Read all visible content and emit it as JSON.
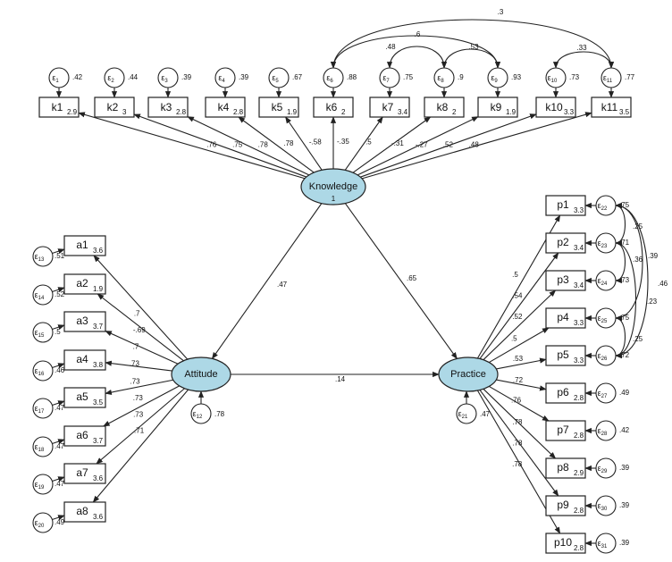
{
  "latents": [
    {
      "id": "K",
      "name": "Knowledge",
      "variance": "1"
    },
    {
      "id": "A",
      "name": "Attitude",
      "variance": ""
    },
    {
      "id": "P",
      "name": "Practice",
      "variance": ""
    }
  ],
  "latent_errors": [
    {
      "latent": "A",
      "label": "ε12",
      "variance": ".78"
    },
    {
      "latent": "P",
      "label": "ε21",
      "variance": ".47"
    }
  ],
  "paths": [
    {
      "from": "K",
      "to": "A",
      "coef": ".47"
    },
    {
      "from": "K",
      "to": "P",
      "coef": ".65"
    },
    {
      "from": "A",
      "to": "P",
      "coef": ".14"
    }
  ],
  "knowledge_items": [
    {
      "name": "k1",
      "mean": "2.9",
      "loading": ".76",
      "error": "ε1",
      "error_var": ".42"
    },
    {
      "name": "k2",
      "mean": "3",
      "loading": ".75",
      "error": "ε2",
      "error_var": ".44"
    },
    {
      "name": "k3",
      "mean": "2.8",
      "loading": ".78",
      "error": "ε3",
      "error_var": ".39"
    },
    {
      "name": "k4",
      "mean": "2.8",
      "loading": ".78",
      "error": "ε4",
      "error_var": ".39"
    },
    {
      "name": "k5",
      "mean": "1.9",
      "loading": "-.58",
      "error": "ε5",
      "error_var": ".67"
    },
    {
      "name": "k6",
      "mean": "2",
      "loading": "-.35",
      "error": "ε6",
      "error_var": ".88"
    },
    {
      "name": "k7",
      "mean": "3.4",
      "loading": ".5",
      "error": "ε7",
      "error_var": ".75"
    },
    {
      "name": "k8",
      "mean": "2",
      "loading": "-.31",
      "error": "ε8",
      "error_var": ".9"
    },
    {
      "name": "k9",
      "mean": "1.9",
      "loading": "-.27",
      "error": "ε9",
      "error_var": ".93"
    },
    {
      "name": "k10",
      "mean": "3.3",
      "loading": ".52",
      "error": "ε10",
      "error_var": ".73"
    },
    {
      "name": "k11",
      "mean": "3.5",
      "loading": ".48",
      "error": "ε11",
      "error_var": ".77"
    }
  ],
  "knowledge_covariances": [
    {
      "a": "ε6",
      "b": "ε11",
      "value": ".3"
    },
    {
      "a": "ε6",
      "b": "ε9",
      "value": ".6"
    },
    {
      "a": "ε7",
      "b": "ε8",
      "value": ".48"
    },
    {
      "a": "ε8",
      "b": "ε9",
      "value": ".53"
    },
    {
      "a": "ε10",
      "b": "ε11",
      "value": ".33"
    }
  ],
  "attitude_items": [
    {
      "name": "a1",
      "mean": "3.6",
      "loading": ".7",
      "error": "ε13",
      "error_var": ".51"
    },
    {
      "name": "a2",
      "mean": "1.9",
      "loading": "-.69",
      "error": "ε14",
      "error_var": ".52"
    },
    {
      "name": "a3",
      "mean": "3.7",
      "loading": ".7",
      "error": "ε15",
      "error_var": ".5"
    },
    {
      "name": "a4",
      "mean": "3.8",
      "loading": ".73",
      "error": "ε16",
      "error_var": ".46"
    },
    {
      "name": "a5",
      "mean": "3.5",
      "loading": ".73",
      "error": "ε17",
      "error_var": ".47"
    },
    {
      "name": "a6",
      "mean": "3.7",
      "loading": ".73",
      "error": "ε18",
      "error_var": ".47"
    },
    {
      "name": "a7",
      "mean": "3.6",
      "loading": ".73",
      "error": "ε19",
      "error_var": ".47"
    },
    {
      "name": "a8",
      "mean": "3.6",
      "loading": ".71",
      "error": "ε20",
      "error_var": ".49"
    }
  ],
  "practice_items": [
    {
      "name": "p1",
      "mean": "3.3",
      "loading": ".5",
      "error": "ε22",
      "error_var": ".75"
    },
    {
      "name": "p2",
      "mean": "3.4",
      "loading": ".54",
      "error": "ε23",
      "error_var": ".71"
    },
    {
      "name": "p3",
      "mean": "3.4",
      "loading": ".52",
      "error": "ε24",
      "error_var": ".73"
    },
    {
      "name": "p4",
      "mean": "3.3",
      "loading": ".5",
      "error": "ε25",
      "error_var": ".75"
    },
    {
      "name": "p5",
      "mean": "3.3",
      "loading": ".53",
      "error": "ε26",
      "error_var": ".72"
    },
    {
      "name": "p6",
      "mean": "2.8",
      "loading": ".72",
      "error": "ε27",
      "error_var": ".49"
    },
    {
      "name": "p7",
      "mean": "2.8",
      "loading": ".76",
      "error": "ε28",
      "error_var": ".42"
    },
    {
      "name": "p8",
      "mean": "2.9",
      "loading": ".78",
      "error": "ε29",
      "error_var": ".39"
    },
    {
      "name": "p9",
      "mean": "2.8",
      "loading": ".78",
      "error": "ε30",
      "error_var": ".39"
    },
    {
      "name": "p10",
      "mean": "2.8",
      "loading": ".78",
      "error": "ε31",
      "error_var": ".39"
    }
  ],
  "practice_covariances": [
    {
      "a": "ε22",
      "b": "ε23",
      "value": ".25"
    },
    {
      "a": "ε23",
      "b": "ε24",
      "value": ".36"
    },
    {
      "a": "ε22",
      "b": "ε26",
      "value": ".39"
    },
    {
      "a": "ε22",
      "b": "ε25",
      "value": ".46"
    },
    {
      "a": "ε23",
      "b": "ε26",
      "value": ".23"
    },
    {
      "a": "ε25",
      "b": "ε26",
      "value": ".25"
    }
  ]
}
